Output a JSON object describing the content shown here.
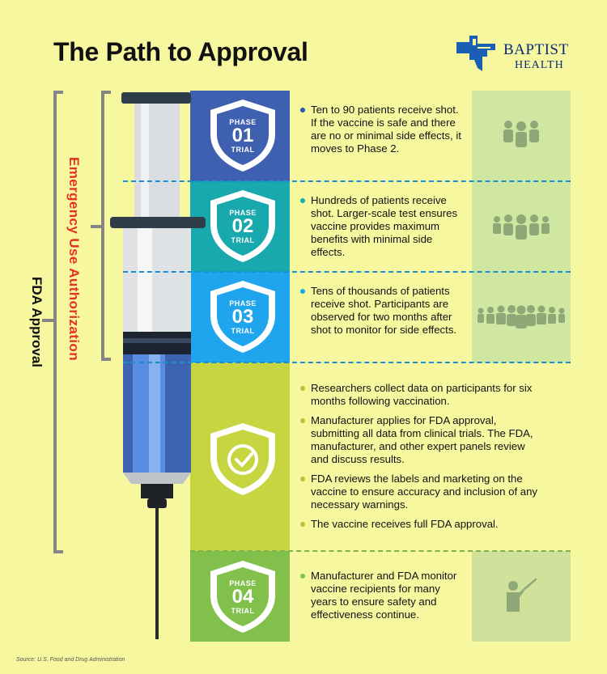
{
  "title": "The Path to Approval",
  "logo": {
    "line1": "BAPTIST",
    "line2": "HEALTH"
  },
  "labels": {
    "eua": "Emergency Use Authorization",
    "fda": "FDA Approval"
  },
  "phases": [
    {
      "top_word": "PHASE",
      "number": "01",
      "bottom_word": "TRIAL",
      "color": "#3f5fb0",
      "bullets": [
        "Ten to 90 patients receive shot. If the vaccine is safe and there are no or minimal side effects, it moves to Phase 2."
      ],
      "icon": "group-3-people-icon"
    },
    {
      "top_word": "PHASE",
      "number": "02",
      "bottom_word": "TRIAL",
      "color": "#17a9ad",
      "bullets": [
        "Hundreds of patients receive shot. Larger-scale test ensures vaccine provides maximum benefits with minimal side effects."
      ],
      "icon": "group-5-people-icon"
    },
    {
      "top_word": "PHASE",
      "number": "03",
      "bottom_word": "TRIAL",
      "color": "#1fa5ee",
      "bullets": [
        "Tens of thousands of patients receive shot. Participants are observed for two months after shot to monitor for side effects."
      ],
      "icon": "group-9-people-icon"
    },
    {
      "color": "#c7d640",
      "icon_center": "checkmark-icon",
      "bullets": [
        "Researchers collect data on participants for six months following vaccination.",
        "Manufacturer applies for FDA approval, submitting all data from clinical trials. The FDA, manufacturer, and other expert panels review and discuss results.",
        "FDA reviews the labels and marketing on the vaccine to ensure accuracy and inclusion of any necessary warnings.",
        "The vaccine receives full FDA approval."
      ]
    },
    {
      "top_word": "PHASE",
      "number": "04",
      "bottom_word": "TRIAL",
      "color": "#82c04c",
      "bullets": [
        "Manufacturer and FDA monitor vaccine recipients for many years to ensure safety and effectiveness continue."
      ],
      "icon": "presenter-icon"
    }
  ],
  "source": "Source: U.S. Food and Drug Administration"
}
